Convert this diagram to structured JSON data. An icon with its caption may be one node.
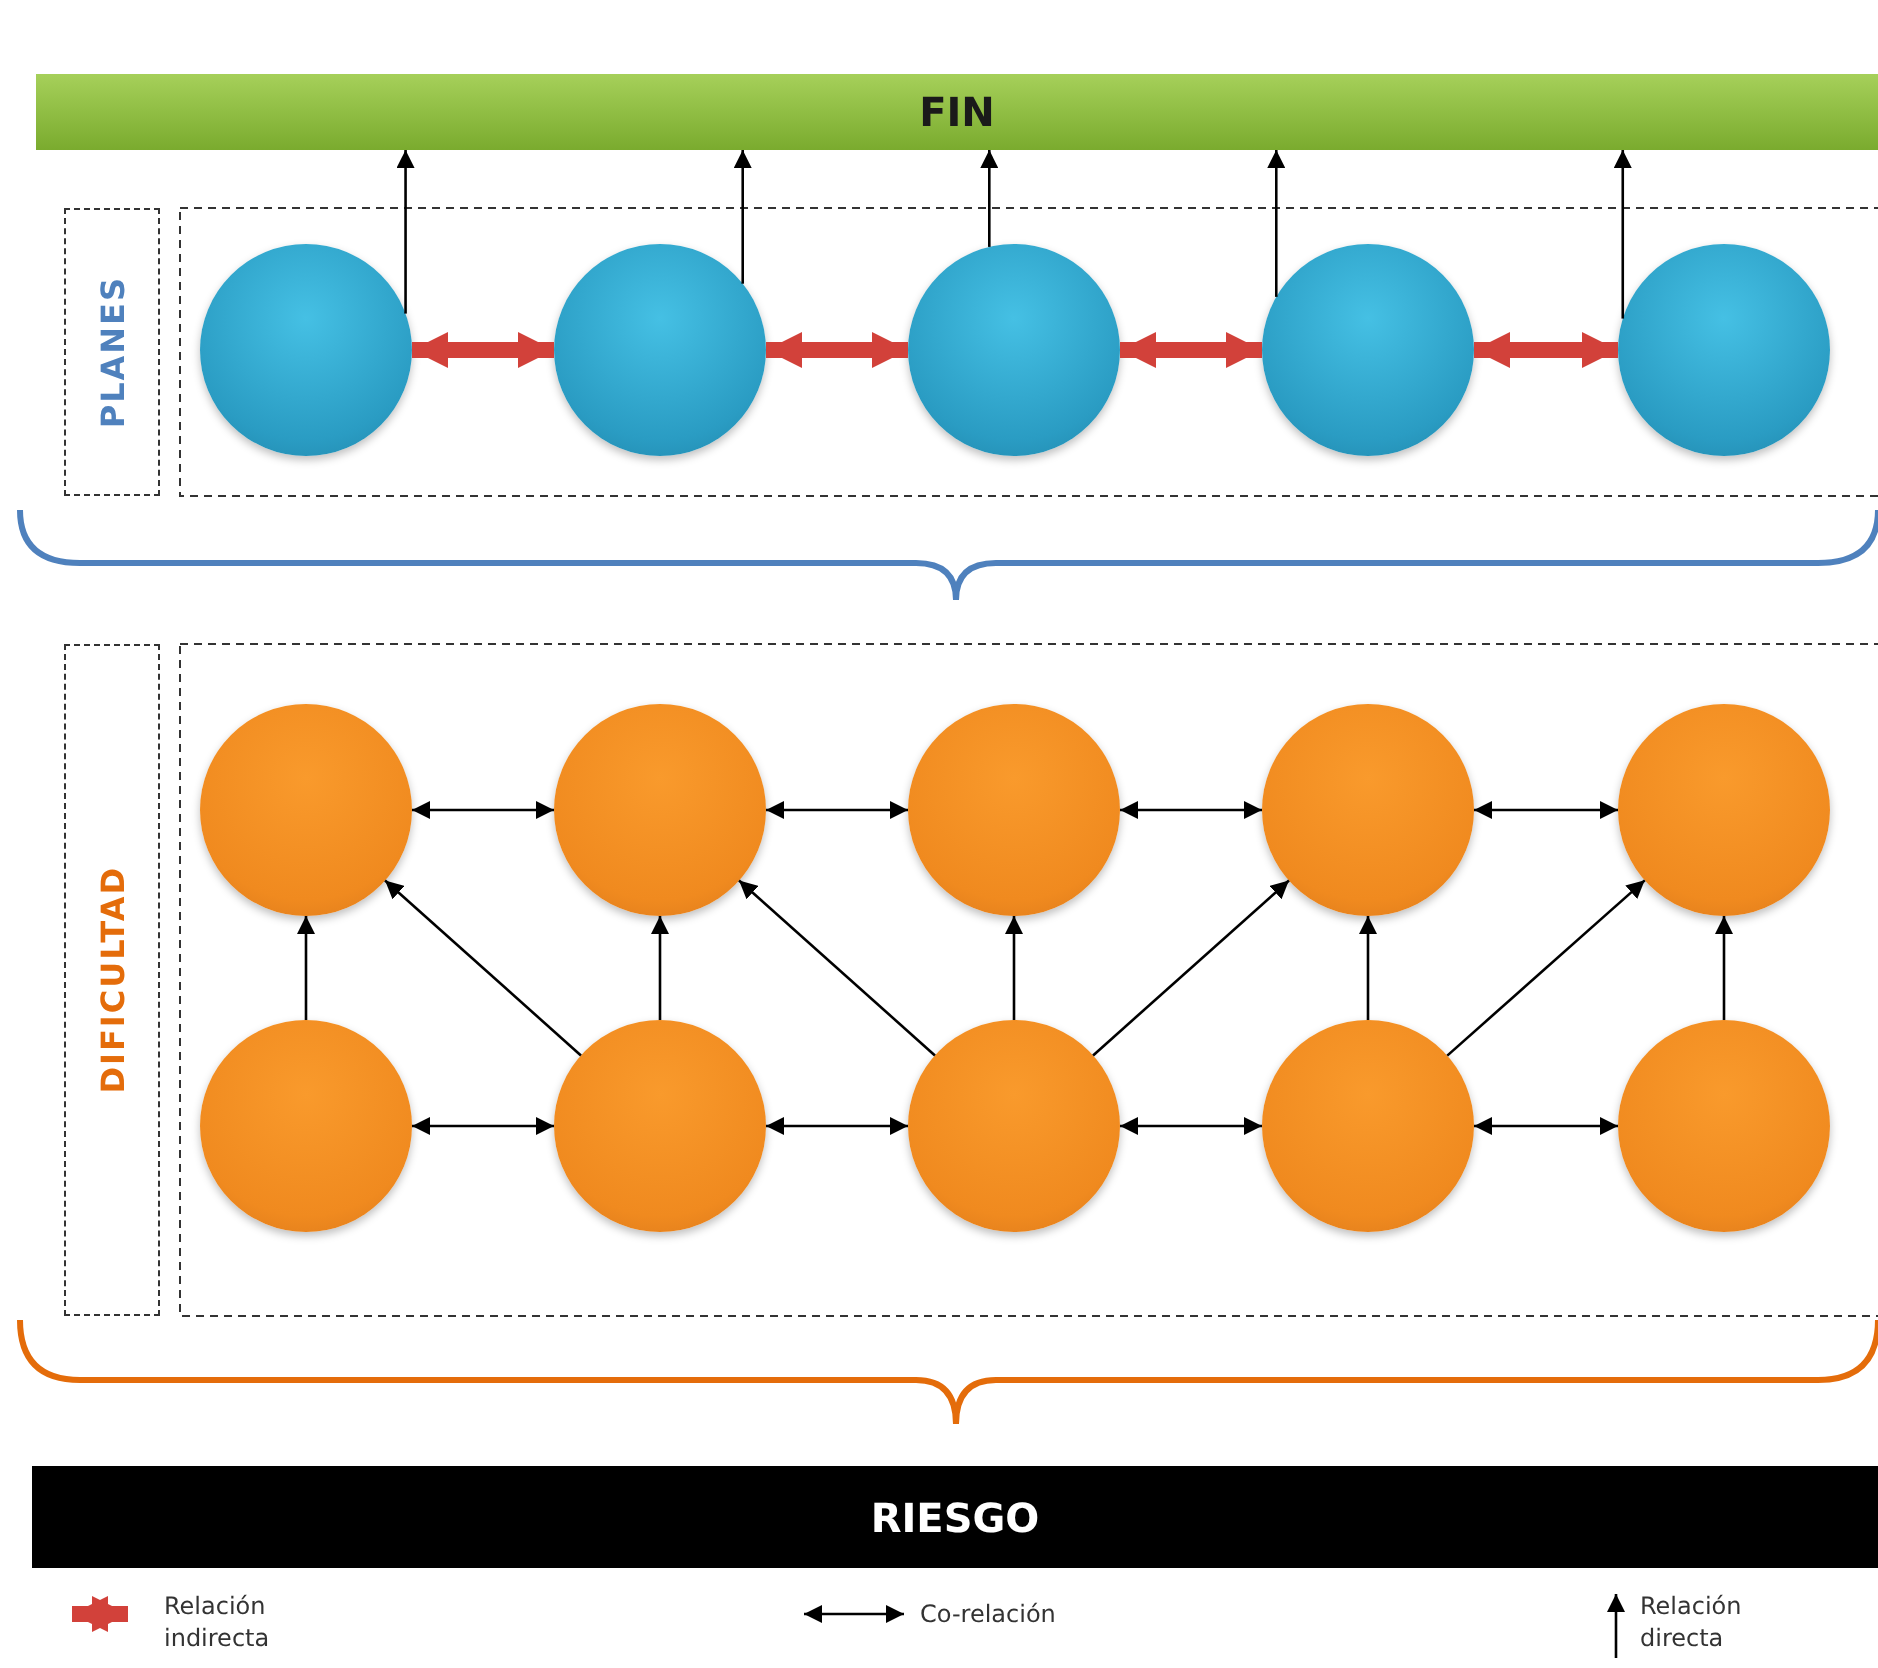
{
  "diagram": {
    "nodes": [
      {
        "text": [
          "FIN"
        ]
      },
      {
        "text": [
          "PLANES"
        ]
      },
      {
        "text": [],
        "shape": "circle"
      },
      {
        "text": [],
        "shape": "circle"
      },
      {
        "text": [],
        "shape": "circle"
      },
      {
        "text": [],
        "shape": "circle"
      },
      {
        "text": [],
        "shape": "circle"
      },
      {
        "text": [
          "DIFICULTAD"
        ]
      },
      {
        "text": [],
        "shape": "circle"
      },
      {
        "text": [],
        "shape": "circle"
      },
      {
        "text": [],
        "shape": "circle"
      },
      {
        "text": [],
        "shape": "circle"
      },
      {
        "text": [],
        "shape": "circle"
      },
      {
        "text": [],
        "shape": "circle"
      },
      {
        "text": [],
        "shape": "circle"
      },
      {
        "text": [],
        "shape": "circle"
      },
      {
        "text": [],
        "shape": "circle"
      },
      {
        "text": [],
        "shape": "circle"
      },
      {
        "text": [
          "RIESGO"
        ]
      }
    ],
    "edges": [
      {
        "from": 2,
        "to": 0,
        "arrow": "to"
      },
      {
        "from": 3,
        "to": 0,
        "arrow": "to"
      },
      {
        "from": 4,
        "to": 0,
        "arrow": "to"
      },
      {
        "from": 5,
        "to": 0,
        "arrow": "to"
      },
      {
        "from": 6,
        "to": 0,
        "arrow": "to"
      },
      {
        "from": 2,
        "to": 3,
        "arrow": "both",
        "style": "thick",
        "color": "#d2413a"
      },
      {
        "from": 3,
        "to": 4,
        "arrow": "both",
        "style": "thick",
        "color": "#d2413a"
      },
      {
        "from": 4,
        "to": 5,
        "arrow": "both",
        "style": "thick",
        "color": "#d2413a"
      },
      {
        "from": 5,
        "to": 6,
        "arrow": "both",
        "style": "thick",
        "color": "#d2413a"
      },
      {
        "from": 8,
        "to": 9,
        "arrow": "both"
      },
      {
        "from": 9,
        "to": 10,
        "arrow": "both"
      },
      {
        "from": 10,
        "to": 11,
        "arrow": "both"
      },
      {
        "from": 11,
        "to": 12,
        "arrow": "both"
      },
      {
        "from": 13,
        "to": 8,
        "arrow": "to"
      },
      {
        "from": 14,
        "to": 8,
        "arrow": "to"
      },
      {
        "from": 14,
        "to": 9,
        "arrow": "to"
      },
      {
        "from": 15,
        "to": 9,
        "arrow": "to"
      },
      {
        "from": 15,
        "to": 10,
        "arrow": "to"
      },
      {
        "from": 15,
        "to": 11,
        "arrow": "to"
      },
      {
        "from": 16,
        "to": 11,
        "arrow": "to"
      },
      {
        "from": 16,
        "to": 12,
        "arrow": "to"
      },
      {
        "from": 17,
        "to": 12,
        "arrow": "to"
      },
      {
        "from": 13,
        "to": 14,
        "arrow": "both"
      },
      {
        "from": 14,
        "to": 15,
        "arrow": "both"
      },
      {
        "from": 15,
        "to": 16,
        "arrow": "both"
      },
      {
        "from": 16,
        "to": 17,
        "arrow": "both"
      }
    ],
    "legend": [
      {
        "text": "Relación indirecta"
      },
      {
        "text": "Co-relación"
      },
      {
        "text": "Relación directa"
      }
    ]
  }
}
